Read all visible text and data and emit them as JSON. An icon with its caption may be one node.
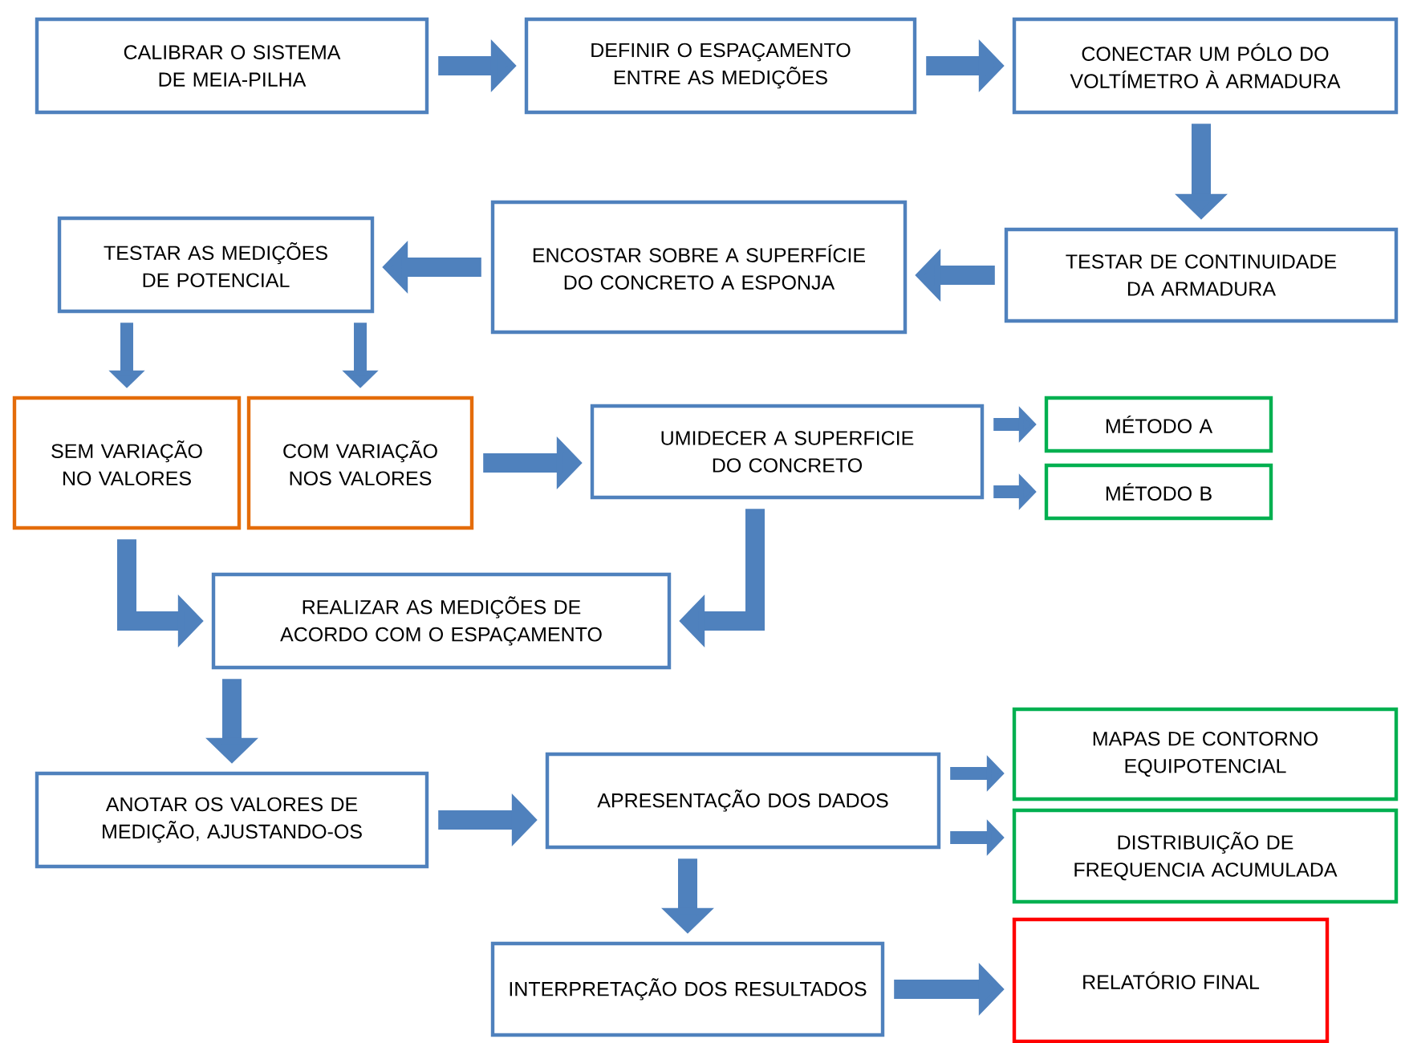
{
  "diagram": {
    "nodes": [
      {
        "text": [
          "CALIBRAR O SISTEMA DE MEIA-PILHA"
        ]
      },
      {
        "text": [
          "DEFINIR O ESPAÇAMENTO ENTRE AS MEDIÇÕES"
        ]
      },
      {
        "text": [
          "CONECTAR UM PÓLO DO VOLTÍMETRO À ARMADURA"
        ]
      },
      {
        "text": [
          "TESTAR DE CONTINUIDADE DA ARMADURA"
        ]
      },
      {
        "text": [
          "ENCOSTAR SOBRE A SUPERFÍCIE DO CONCRETO A ESPONJA"
        ]
      },
      {
        "text": [
          "TESTAR AS MEDIÇÕES DE POTENCIAL"
        ]
      },
      {
        "text": [
          "SEM VARIAÇÃO NO VALORES"
        ]
      },
      {
        "text": [
          "COM VARIAÇÃO NOS VALORES"
        ]
      },
      {
        "text": [
          "UMIDECER A SUPERFICIE DO CONCRETO"
        ]
      },
      {
        "text": [
          "MÉTODO A"
        ]
      },
      {
        "text": [
          "MÉTODO B"
        ]
      },
      {
        "text": [
          "REALIZAR AS MEDIÇÕES DE ACORDO COM O ESPAÇAMENTO"
        ]
      },
      {
        "text": [
          "ANOTAR OS VALORES DE MEDIÇÃO, AJUSTANDO-OS"
        ]
      },
      {
        "text": [
          "APRESENTAÇÃO DOS DADOS"
        ]
      },
      {
        "text": [
          "MAPAS DE CONTORNO EQUIPOTENCIAL"
        ]
      },
      {
        "text": [
          "DISTRIBUIÇÃO DE FREQUENCIA ACUMULADA"
        ]
      },
      {
        "text": [
          "INTERPRETAÇÃO DOS RESULTADOS"
        ]
      },
      {
        "text": [
          "RELATÓRIO FINAL"
        ]
      }
    ],
    "edges": [
      {
        "from": 0,
        "to": 1,
        "arrow": "to"
      },
      {
        "from": 1,
        "to": 2,
        "arrow": "to"
      },
      {
        "from": 2,
        "to": 3,
        "arrow": "to"
      },
      {
        "from": 3,
        "to": 4,
        "arrow": "to"
      },
      {
        "from": 4,
        "to": 5,
        "arrow": "to"
      },
      {
        "from": 5,
        "to": 6,
        "arrow": "to"
      },
      {
        "from": 5,
        "to": 7,
        "arrow": "to"
      },
      {
        "from": 7,
        "to": 8,
        "arrow": "to"
      },
      {
        "from": 8,
        "to": 9,
        "arrow": "to"
      },
      {
        "from": 8,
        "to": 10,
        "arrow": "to"
      },
      {
        "from": 6,
        "to": 11,
        "arrow": "to"
      },
      {
        "from": 8,
        "to": 11,
        "arrow": "to"
      },
      {
        "from": 11,
        "to": 12,
        "arrow": "to"
      },
      {
        "from": 12,
        "to": 13,
        "arrow": "to"
      },
      {
        "from": 13,
        "to": 14,
        "arrow": "to"
      },
      {
        "from": 13,
        "to": 15,
        "arrow": "to"
      },
      {
        "from": 13,
        "to": 16,
        "arrow": "to"
      },
      {
        "from": 16,
        "to": 17,
        "arrow": "to"
      }
    ]
  }
}
